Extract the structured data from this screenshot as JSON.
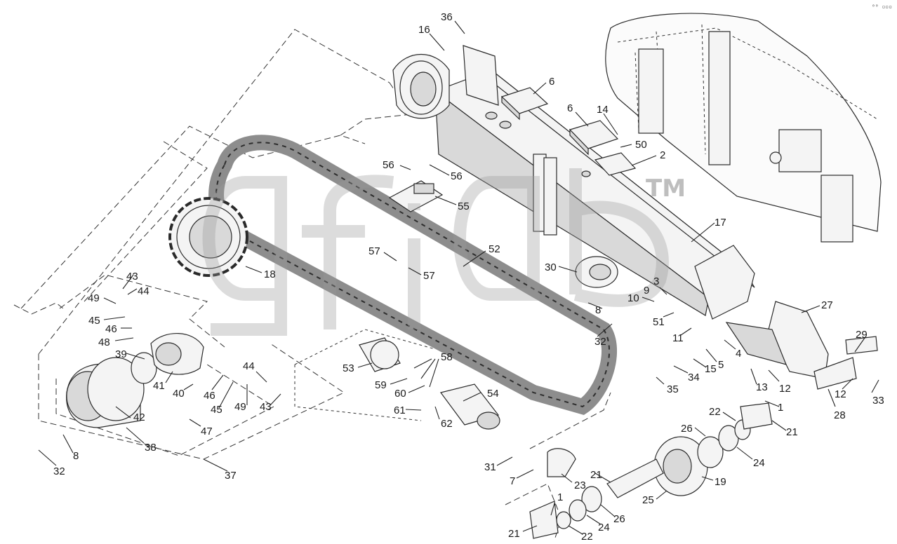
{
  "watermark": {
    "trademark": "TM"
  },
  "corner_mark": "⁰⁰ ▫▫▫",
  "callouts": [
    {
      "id": "c36",
      "text": "36"
    },
    {
      "id": "c16",
      "text": "16"
    },
    {
      "id": "c6a",
      "text": "6"
    },
    {
      "id": "c6b",
      "text": "6"
    },
    {
      "id": "c14",
      "text": "14"
    },
    {
      "id": "c50",
      "text": "50"
    },
    {
      "id": "c2",
      "text": "2"
    },
    {
      "id": "c17",
      "text": "17"
    },
    {
      "id": "c56a",
      "text": "56"
    },
    {
      "id": "c56b",
      "text": "56"
    },
    {
      "id": "c55",
      "text": "55"
    },
    {
      "id": "c57a",
      "text": "57"
    },
    {
      "id": "c57b",
      "text": "57"
    },
    {
      "id": "c52",
      "text": "52"
    },
    {
      "id": "c18",
      "text": "18"
    },
    {
      "id": "c30",
      "text": "30"
    },
    {
      "id": "c8a",
      "text": "8"
    },
    {
      "id": "c32a",
      "text": "32"
    },
    {
      "id": "c9",
      "text": "9"
    },
    {
      "id": "c3",
      "text": "3"
    },
    {
      "id": "c10",
      "text": "10"
    },
    {
      "id": "c51",
      "text": "51"
    },
    {
      "id": "c11",
      "text": "11"
    },
    {
      "id": "c27",
      "text": "27"
    },
    {
      "id": "c4",
      "text": "4"
    },
    {
      "id": "c5",
      "text": "5"
    },
    {
      "id": "c15",
      "text": "15"
    },
    {
      "id": "c34",
      "text": "34"
    },
    {
      "id": "c35",
      "text": "35"
    },
    {
      "id": "c13",
      "text": "13"
    },
    {
      "id": "c12a",
      "text": "12"
    },
    {
      "id": "c29",
      "text": "29"
    },
    {
      "id": "c12b",
      "text": "12"
    },
    {
      "id": "c33",
      "text": "33"
    },
    {
      "id": "c28",
      "text": "28"
    },
    {
      "id": "c43a",
      "text": "43"
    },
    {
      "id": "c44a",
      "text": "44"
    },
    {
      "id": "c49a",
      "text": "49"
    },
    {
      "id": "c45a",
      "text": "45"
    },
    {
      "id": "c46a",
      "text": "46"
    },
    {
      "id": "c48",
      "text": "48"
    },
    {
      "id": "c39",
      "text": "39"
    },
    {
      "id": "c41",
      "text": "41"
    },
    {
      "id": "c40",
      "text": "40"
    },
    {
      "id": "c46b",
      "text": "46"
    },
    {
      "id": "c45b",
      "text": "45"
    },
    {
      "id": "c44b",
      "text": "44"
    },
    {
      "id": "c49b",
      "text": "49"
    },
    {
      "id": "c43b",
      "text": "43"
    },
    {
      "id": "c47",
      "text": "47"
    },
    {
      "id": "c42",
      "text": "42"
    },
    {
      "id": "c38",
      "text": "38"
    },
    {
      "id": "c37",
      "text": "37"
    },
    {
      "id": "c32b",
      "text": "32"
    },
    {
      "id": "c8b",
      "text": "8"
    },
    {
      "id": "c53",
      "text": "53"
    },
    {
      "id": "c58",
      "text": "58"
    },
    {
      "id": "c59",
      "text": "59"
    },
    {
      "id": "c60",
      "text": "60"
    },
    {
      "id": "c54",
      "text": "54"
    },
    {
      "id": "c61",
      "text": "61"
    },
    {
      "id": "c62",
      "text": "62"
    },
    {
      "id": "c1a",
      "text": "1"
    },
    {
      "id": "c22a",
      "text": "22"
    },
    {
      "id": "c21a",
      "text": "21"
    },
    {
      "id": "c26a",
      "text": "26"
    },
    {
      "id": "c24a",
      "text": "24"
    },
    {
      "id": "c31",
      "text": "31"
    },
    {
      "id": "c7",
      "text": "7"
    },
    {
      "id": "c23",
      "text": "23"
    },
    {
      "id": "c21b",
      "text": "21"
    },
    {
      "id": "c19",
      "text": "19"
    },
    {
      "id": "c25",
      "text": "25"
    },
    {
      "id": "c1b",
      "text": "1"
    },
    {
      "id": "c26b",
      "text": "26"
    },
    {
      "id": "c24b",
      "text": "24"
    },
    {
      "id": "c21c",
      "text": "21"
    },
    {
      "id": "c22b",
      "text": "22"
    }
  ]
}
